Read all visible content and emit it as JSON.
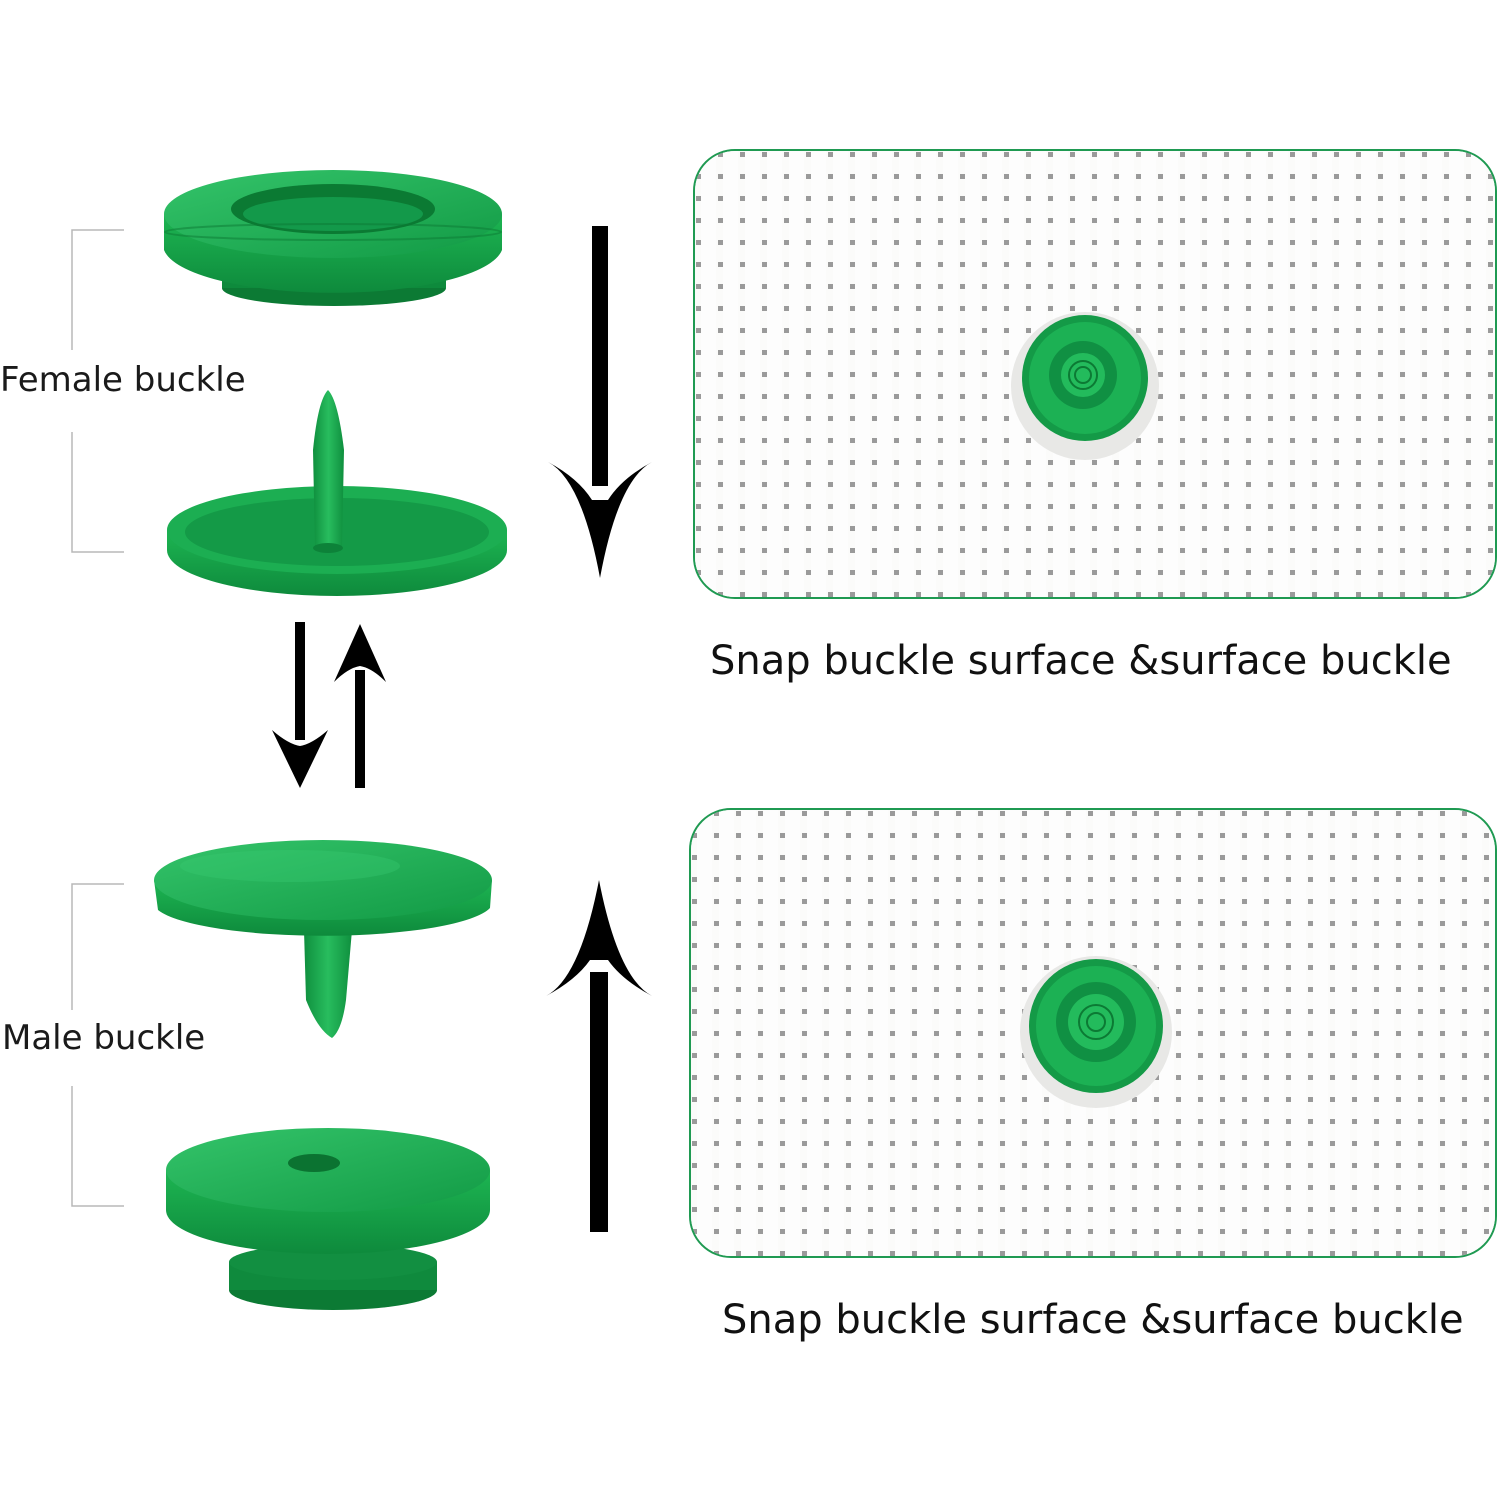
{
  "labels": {
    "female": "Female buckle",
    "male": "Male buckle"
  },
  "captions": {
    "top": "Snap buckle surface &surface buckle",
    "bottom": "Snap buckle surface &surface buckle"
  },
  "colors": {
    "buckle_green": "#15a64a",
    "buckle_dark": "#0d7f37",
    "panel_border": "#1f9a52",
    "arrow": "#000000",
    "fabric": "#f4f4f2"
  }
}
